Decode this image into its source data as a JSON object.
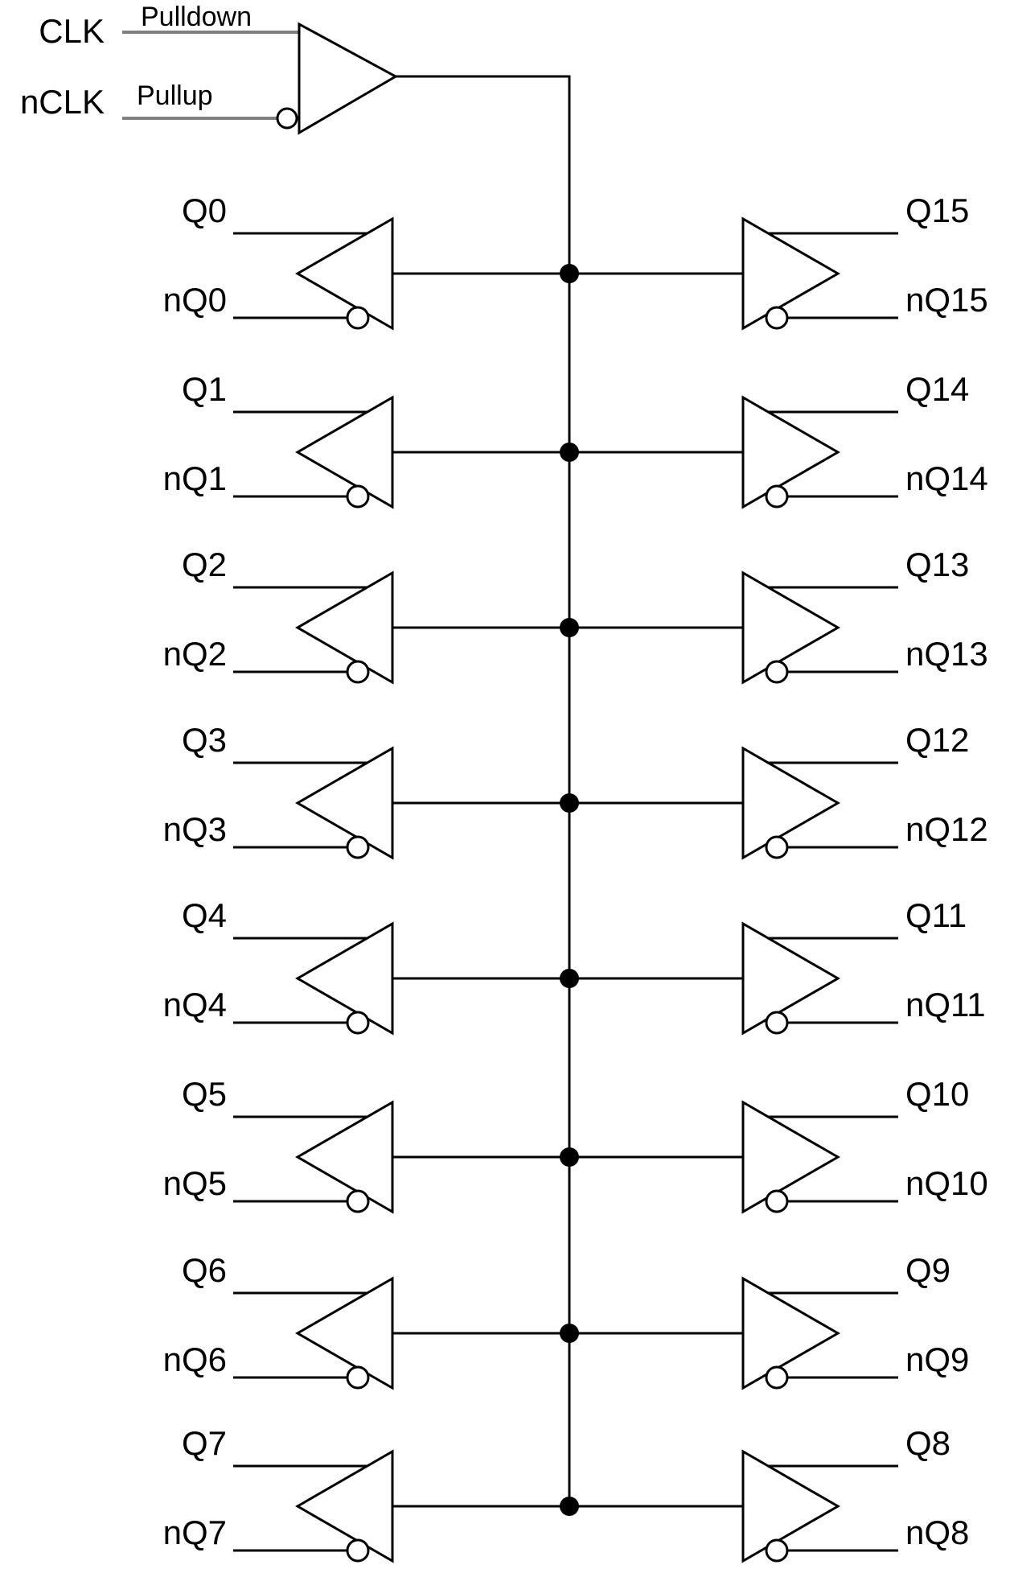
{
  "input": {
    "clk_label": "CLK",
    "nclk_label": "nCLK",
    "pulldown_label": "Pulldown",
    "pullup_label": "Pullup"
  },
  "left_outputs": [
    {
      "q": "Q0",
      "nq": "nQ0"
    },
    {
      "q": "Q1",
      "nq": "nQ1"
    },
    {
      "q": "Q2",
      "nq": "nQ2"
    },
    {
      "q": "Q3",
      "nq": "nQ3"
    },
    {
      "q": "Q4",
      "nq": "nQ4"
    },
    {
      "q": "Q5",
      "nq": "nQ5"
    },
    {
      "q": "Q6",
      "nq": "nQ6"
    },
    {
      "q": "Q7",
      "nq": "nQ7"
    }
  ],
  "right_outputs": [
    {
      "q": "Q15",
      "nq": "nQ15"
    },
    {
      "q": "Q14",
      "nq": "nQ14"
    },
    {
      "q": "Q13",
      "nq": "nQ13"
    },
    {
      "q": "Q12",
      "nq": "nQ12"
    },
    {
      "q": "Q11",
      "nq": "nQ11"
    },
    {
      "q": "Q10",
      "nq": "nQ10"
    },
    {
      "q": "Q9",
      "nq": "nQ9"
    },
    {
      "q": "Q8",
      "nq": "nQ8"
    }
  ],
  "colors": {
    "wire": "#000000",
    "input_wire": "#808080",
    "background": "#ffffff"
  }
}
